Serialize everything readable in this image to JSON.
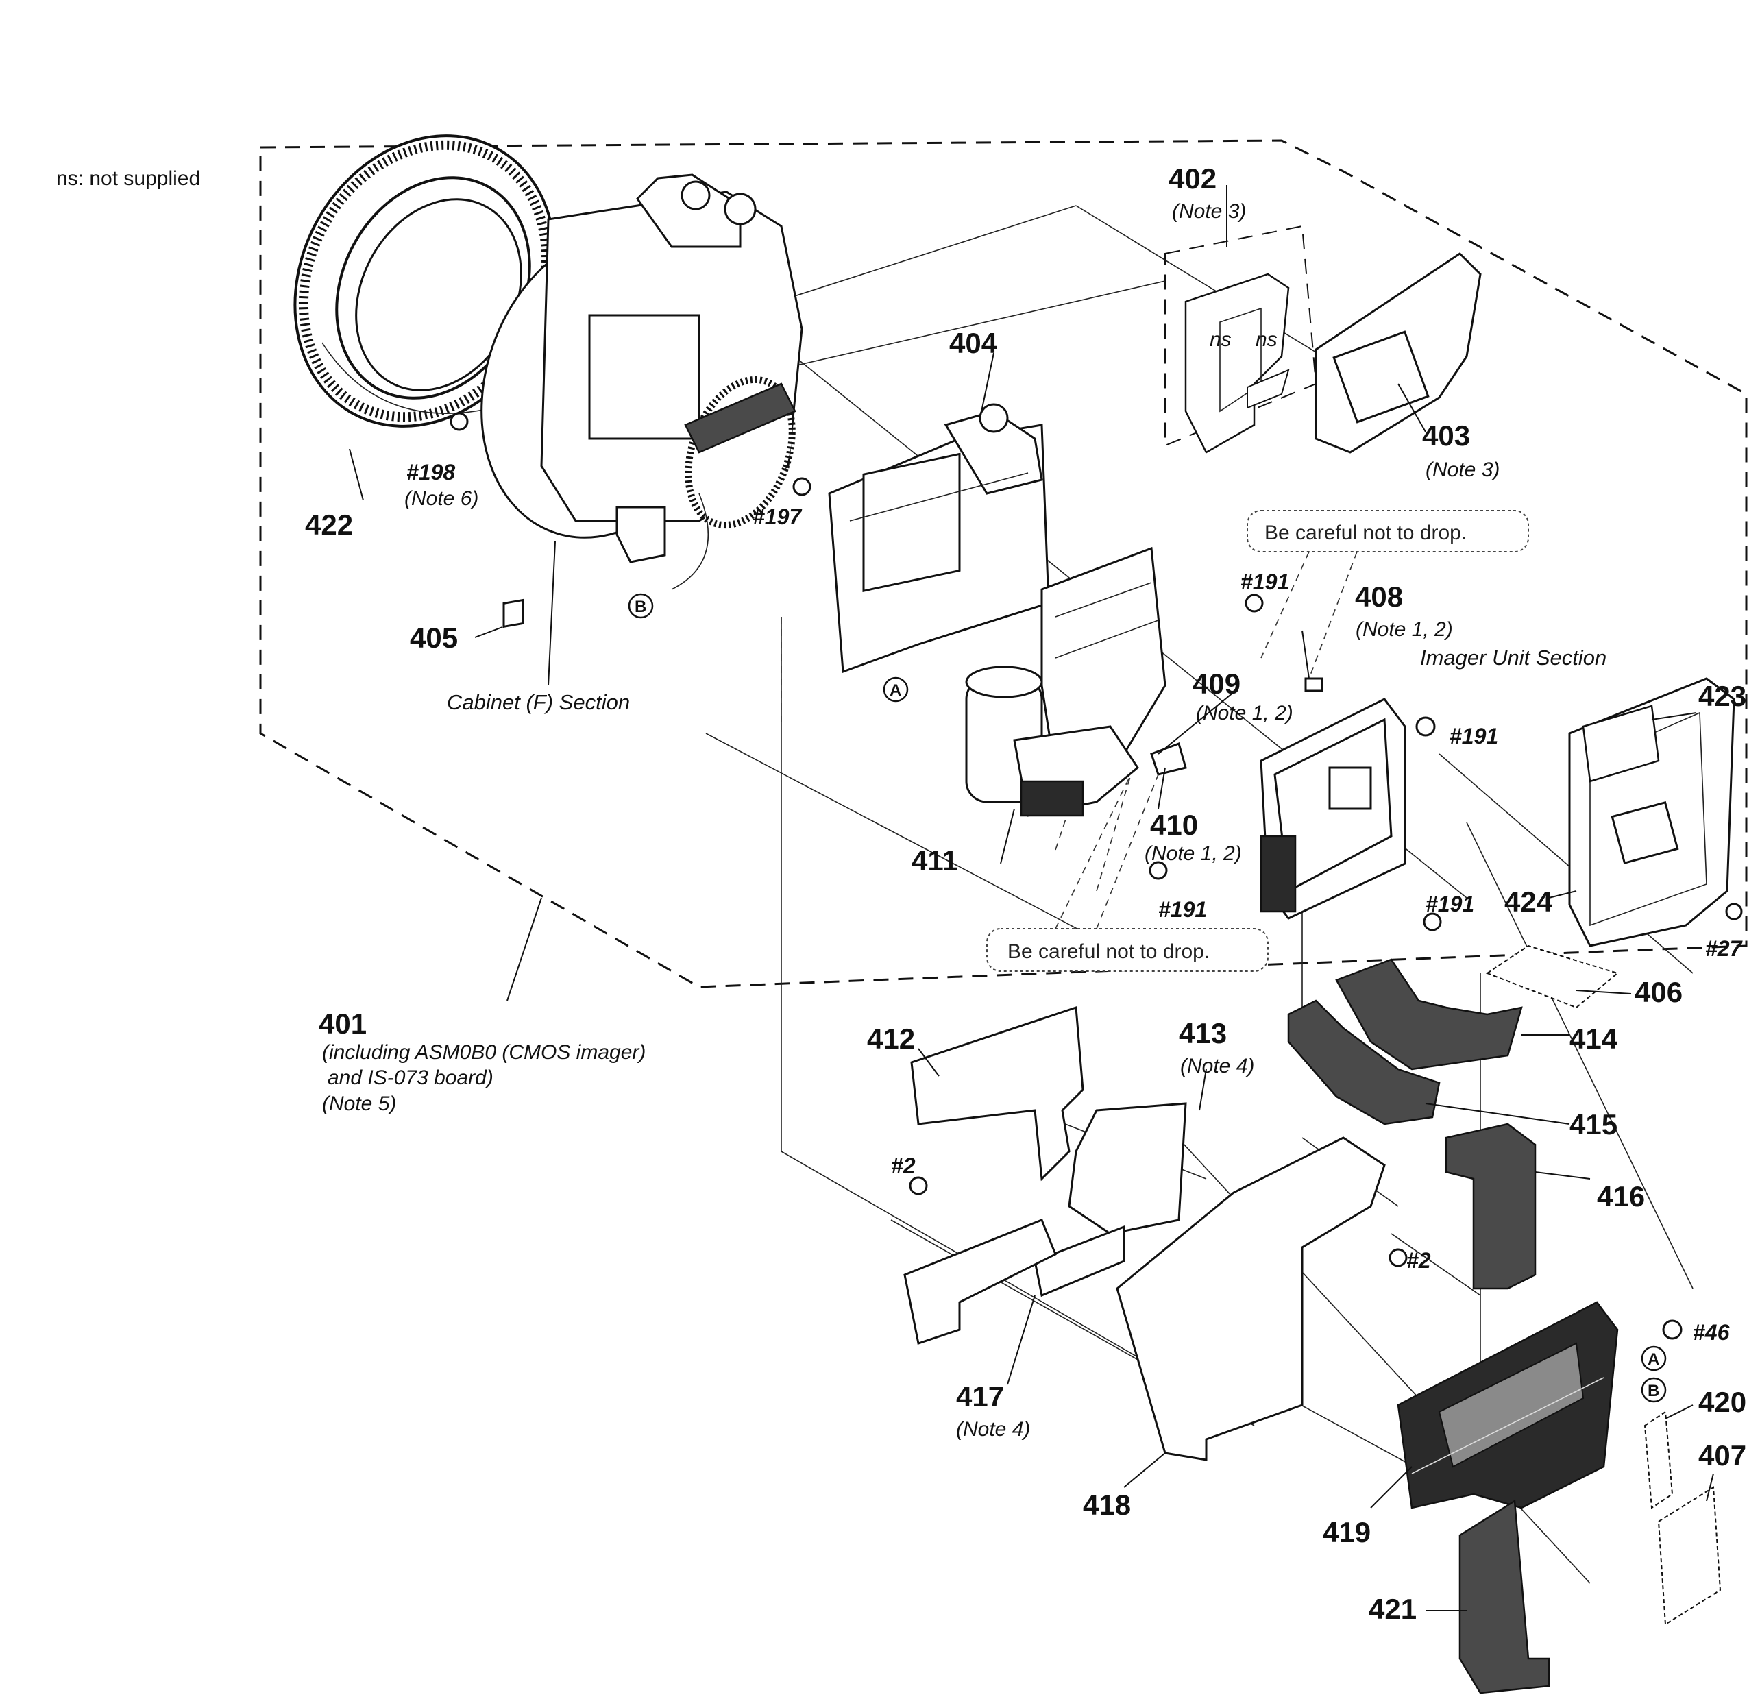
{
  "legend": "ns: not supplied",
  "labels": {
    "p401": "401",
    "p401_note_1": "(including ASM0B0 (CMOS imager)",
    "p401_note_2": "and IS-073 board)",
    "p401_note_3": "(Note 5)",
    "p402": "402",
    "p402_note": "(Note 3)",
    "p403": "403",
    "p403_note": "(Note 3)",
    "p404": "404",
    "p405": "405",
    "p406": "406",
    "p407": "407",
    "p408": "408",
    "p408_note": "(Note 1, 2)",
    "p409": "409",
    "p409_note": "(Note 1, 2)",
    "p410": "410",
    "p410_note": "(Note 1, 2)",
    "p411": "411",
    "p412": "412",
    "p413": "413",
    "p413_note": "(Note 4)",
    "p414": "414",
    "p415": "415",
    "p416": "416",
    "p417": "417",
    "p417_note": "(Note 4)",
    "p418": "418",
    "p419": "419",
    "p420": "420",
    "p421": "421",
    "p422": "422",
    "p423": "423",
    "p424": "424",
    "ns_1": "ns",
    "ns_2": "ns"
  },
  "screws": {
    "s198": "#198",
    "s198_note": "(Note 6)",
    "s197": "#197",
    "s191_a": "#191",
    "s191_b": "#191",
    "s191_c": "#191",
    "s191_d": "#191",
    "s27": "#27",
    "s2_a": "#2",
    "s2_b": "#2",
    "s46": "#46"
  },
  "sections": {
    "cabinet_f": "Cabinet (F) Section",
    "imager_unit": "Imager Unit Section"
  },
  "warnings": {
    "top": "Be careful not to drop.",
    "bottom": "Be careful not to drop."
  },
  "connectors": {
    "a_1": "A",
    "b_1": "B",
    "a_2": "A",
    "b_2": "B"
  }
}
